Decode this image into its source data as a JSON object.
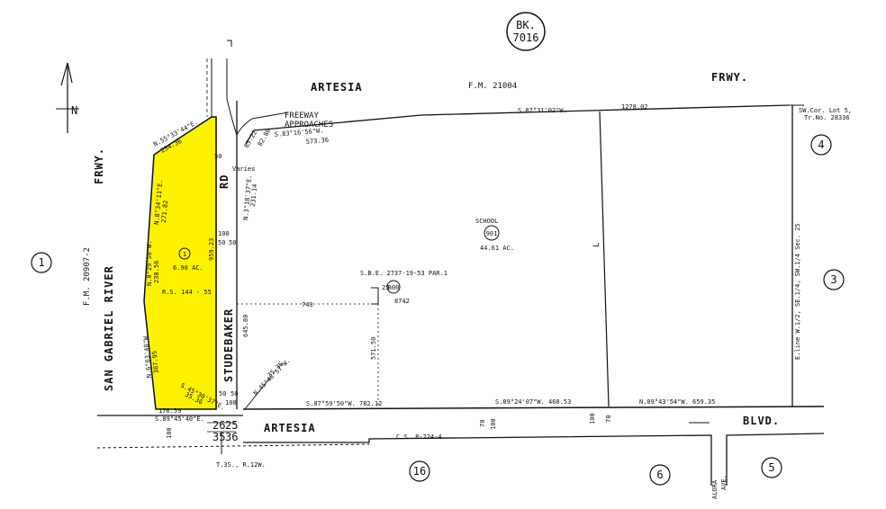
{
  "book": {
    "line1": "BK.",
    "line2": "7016"
  },
  "north_arrow": {
    "label": "N"
  },
  "streets": {
    "artesia_top": "ARTESIA",
    "frwy_top": "FRWY.",
    "fm_top": "F.M. 21004",
    "freeway_approaches_1": "FREEWAY",
    "freeway_approaches_2": "APPROACHES",
    "frwy_left": "FRWY.",
    "san_gabriel_river": "SAN GABRIEL RIVER",
    "fm_left": "F.M. 20907-2",
    "rd": "RD",
    "studebaker": "STUDEBAKER",
    "artesia_bottom": "ARTESIA",
    "blvd": "BLVD.",
    "alora_1": "ALORA",
    "alora_2": "AVE.",
    "cs": "C.S. 8-724-4"
  },
  "adjacent_pages": [
    "1",
    "3",
    "4",
    "5",
    "6",
    "16"
  ],
  "parcels": {
    "highlighted": {
      "number": "1",
      "area": "6.90 AC.",
      "rs": "R.S. 144 - 55"
    },
    "school": {
      "label": "SCHOOL",
      "number": "901",
      "area": "44.61 AC."
    },
    "sbe": {
      "label": "S.B.E. 2737-19-53 PAR.1",
      "number": "800",
      "value": "8742"
    }
  },
  "bearings": {
    "top_main": "S.87°31'02\"W.",
    "top_dist": "1278.02",
    "approach_bearing": "S.83°16'56\"W.",
    "approach_dist": "573.36",
    "bottom_1": "S.87°59'50\"W. 782.12",
    "bottom_2": "S.89°24'07\"W. 468.53",
    "bottom_3": "N.89°43'54\"W. 659.35",
    "yel_top_bearing": "N.55°33'44\"E.",
    "yel_top_dist": "234.36",
    "yel_upper_bearing": "N.8°34'11\"E.",
    "yel_upper_dist": "271.82",
    "yel_mid_bearing": "N.0°29'56\"W.",
    "yel_mid_dist": "238.56",
    "yel_low_bearing": "N.6°03'40\"W.",
    "yel_low_dist": "387.95",
    "yel_right_dist": "959.23",
    "yel_bottom_bearing": "S.89°45'40\"E.",
    "yel_bottom_dist": "176.59",
    "yel_corner_bearing": "S.45°30'37\"E.",
    "yel_corner_dist": "35.36",
    "road_bearing": "N.3°18'37\"E.",
    "road_dist": "231.14",
    "corner_note_1": "N.45°46'57\"W.",
    "corner_note_2": "35.36",
    "val_645": "645.80",
    "val_571": "571.50",
    "val_743": "743",
    "swcor_1": "SW.Cor. Lot 5,",
    "swcor_2": "Tr.No. 28336",
    "eline": "E.line W.1/2, SE.1/4, SW.1/4 Sec. 25",
    "val_8522": "85.22",
    "val_8280": "82.80",
    "varies": "Varies"
  },
  "dims": {
    "d50a": "50",
    "d50b": "50",
    "d100a": "100",
    "d50c": "50",
    "d50d": "50",
    "d50e": "50",
    "d100b": "100",
    "d25": "25",
    "d26": "26",
    "d25b": "25",
    "d35": "35",
    "d36": "36",
    "d70": "70",
    "d100c": "100",
    "d100d": "100",
    "d100e": "100",
    "d70b": "70",
    "dL": "L"
  },
  "township": "T.3S., R.12W.",
  "colors": {
    "highlight": "#fef200",
    "line": "#111111"
  }
}
